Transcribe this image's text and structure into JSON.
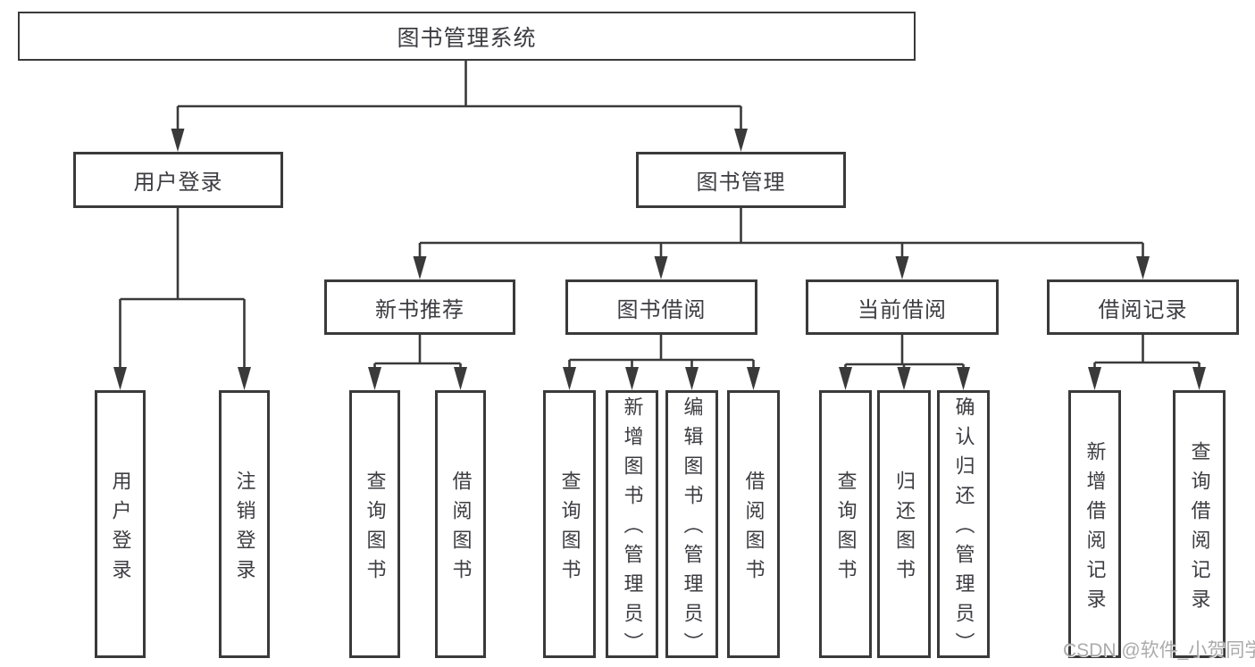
{
  "tree": {
    "root": "图书管理系统",
    "login": {
      "label": "用户登录",
      "children": [
        "用户登录",
        "注销登录"
      ]
    },
    "management": {
      "label": "图书管理",
      "sections": [
        {
          "label": "新书推荐",
          "children": [
            "查询图书",
            "借阅图书"
          ]
        },
        {
          "label": "图书借阅",
          "children": [
            "查询图书",
            "新增图书（管理员）",
            "编辑图书（管理员）",
            "借阅图书"
          ]
        },
        {
          "label": "当前借阅",
          "children": [
            "查询图书",
            "归还图书",
            "确认归还（管理员）"
          ]
        },
        {
          "label": "借阅记录",
          "children": [
            "新增借阅记录",
            "查询借阅记录"
          ]
        }
      ]
    }
  },
  "watermark": "CSDN @软件_小贺同学",
  "colors": {
    "line": "#3a3a3a",
    "text": "#3c3c42",
    "watermark": "#a3a3a3",
    "background": "#ffffff"
  }
}
